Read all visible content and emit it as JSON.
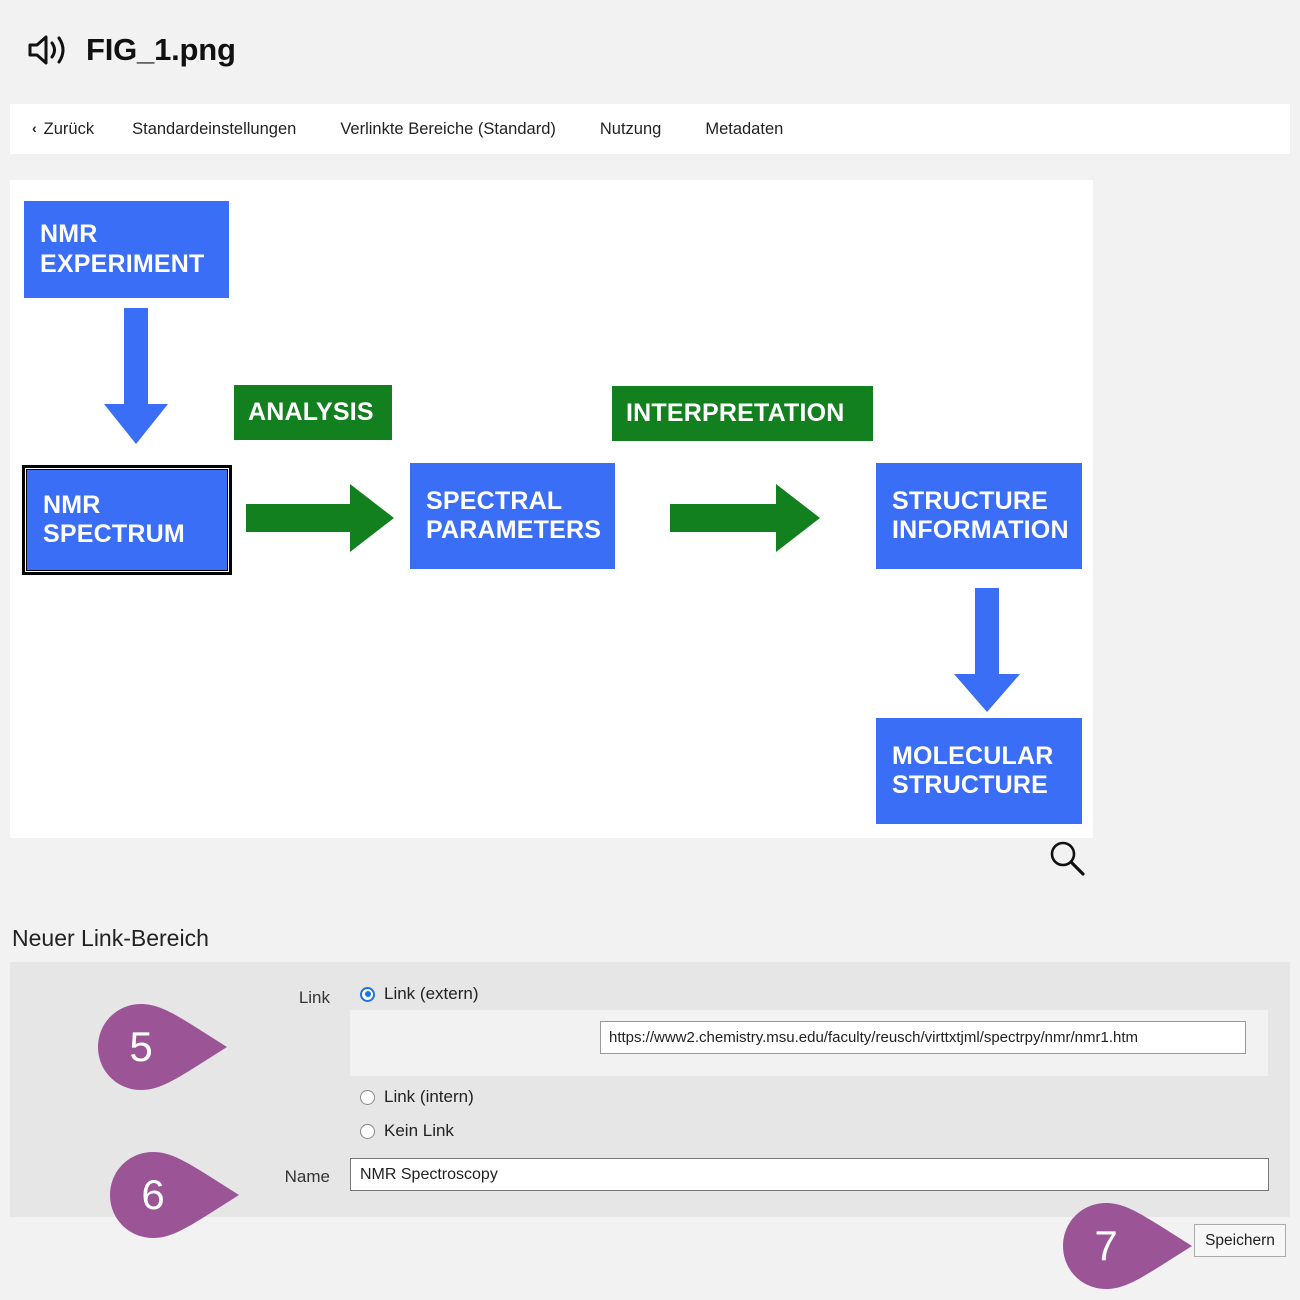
{
  "header": {
    "icon": "speaker-icon",
    "title": "FIG_1.png"
  },
  "navbar": {
    "back_label": "Zurück",
    "back_chevron": "‹",
    "items": [
      {
        "label": "Standardeinstellungen"
      },
      {
        "label": "Verlinkte Bereiche (Standard)"
      },
      {
        "label": "Nutzung"
      },
      {
        "label": "Metadaten"
      }
    ]
  },
  "image_panel": {
    "zoom_icon": "magnifier-icon",
    "diagram": {
      "colors": {
        "blue": "#3b6ef6",
        "green": "#13801f",
        "selection": "#000000"
      },
      "nodes": [
        {
          "id": "nmr-experiment",
          "lines": [
            "NMR",
            "EXPERIMENT"
          ],
          "color": "blue",
          "selected": false
        },
        {
          "id": "nmr-spectrum",
          "lines": [
            "NMR",
            "SPECTRUM"
          ],
          "color": "blue",
          "selected": true
        },
        {
          "id": "analysis",
          "lines": [
            "ANALYSIS"
          ],
          "color": "green",
          "selected": false
        },
        {
          "id": "spectral-parameters",
          "lines": [
            "SPECTRAL",
            "PARAMETERS"
          ],
          "color": "blue",
          "selected": false
        },
        {
          "id": "interpretation",
          "lines": [
            "INTERPRETATION"
          ],
          "color": "green",
          "selected": false
        },
        {
          "id": "structure-information",
          "lines": [
            "STRUCTURE",
            "INFORMATION"
          ],
          "color": "blue",
          "selected": false
        },
        {
          "id": "molecular-structure",
          "lines": [
            "MOLECULAR",
            "STRUCTURE"
          ],
          "color": "blue",
          "selected": false
        }
      ],
      "arrows": [
        {
          "id": "arrow-experiment-to-spectrum",
          "direction": "down",
          "color": "blue"
        },
        {
          "id": "arrow-spectrum-to-parameters",
          "direction": "right",
          "color": "green"
        },
        {
          "id": "arrow-parameters-to-structure",
          "direction": "right",
          "color": "green"
        },
        {
          "id": "arrow-structure-to-molecular",
          "direction": "down",
          "color": "blue"
        }
      ]
    }
  },
  "form": {
    "section_title": "Neuer Link-Bereich",
    "link_label": "Link",
    "name_label": "Name",
    "radios": [
      {
        "id": "link-extern",
        "label": "Link (extern)",
        "checked": true
      },
      {
        "id": "link-intern",
        "label": "Link (intern)",
        "checked": false
      },
      {
        "id": "kein-link",
        "label": "Kein Link",
        "checked": false
      }
    ],
    "url_value": "https://www2.chemistry.msu.edu/faculty/reusch/virttxtjml/spectrpy/nmr/nmr1.htm",
    "name_value": "NMR Spectroscopy",
    "save_label": "Speichern"
  },
  "callouts": {
    "color": "#9b5596",
    "pins": [
      {
        "id": "pin-5",
        "number": "5"
      },
      {
        "id": "pin-6",
        "number": "6"
      },
      {
        "id": "pin-7",
        "number": "7"
      }
    ]
  }
}
